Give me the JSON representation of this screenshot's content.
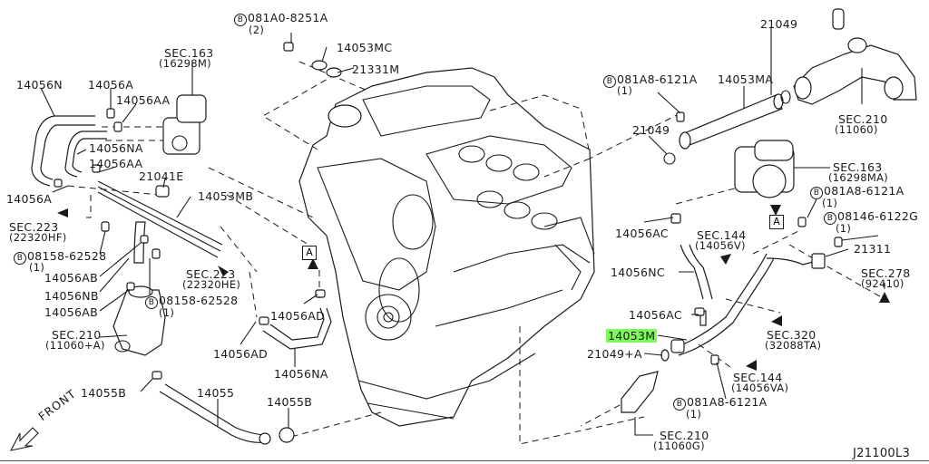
{
  "diagram_code": "J21100L3",
  "highlight_color": "#7CFC5A",
  "front_label": "FRONT",
  "ref_marker": "A",
  "bolt_symbol": "B",
  "labels": {
    "bolt_081A0_8251A": {
      "part": "081A0-8251A",
      "qty": "(2)"
    },
    "p14053MC": "14053MC",
    "p21331M": "21331M",
    "sec163_left": {
      "sec": "SEC.163",
      "ref": "(16298M)"
    },
    "p14056N": "14056N",
    "p14056A_top": "14056A",
    "p14056AA_top": "14056AA",
    "p14056NA_top": "14056NA",
    "p14056AA_mid": "14056AA",
    "p21041E": "21041E",
    "p14053MB": "14053MB",
    "p14056A_left": "14056A",
    "sec223_hf": {
      "sec": "SEC.223",
      "ref": "(22320HF)"
    },
    "bolt_08158_62528_a": {
      "part": "08158-62528",
      "qty": "(1)"
    },
    "p14056AB_a": "14056AB",
    "p14056NB": "14056NB",
    "p14056AB_b": "14056AB",
    "bolt_08158_62528_b": {
      "part": "08158-62528",
      "qty": "(1)"
    },
    "sec223_he": {
      "sec": "SEC.223",
      "ref": "(22320HE)"
    },
    "sec210_a": {
      "sec": "SEC.210",
      "ref": "(11060+A)"
    },
    "p14056AD_a": "14056AD",
    "p14056AD_b": "14056AD",
    "p14056NA_bot": "14056NA",
    "p14055B_a": "14055B",
    "p14055": "14055",
    "p14055B_b": "14055B",
    "p21049_top": "21049",
    "bolt_081A8_6121A_a": {
      "part": "081A8-6121A",
      "qty": "(1)"
    },
    "p14053MA": "14053MA",
    "p21049_mid": "21049",
    "sec210_11060": {
      "sec": "SEC.210",
      "ref": "(11060)"
    },
    "sec163_right": {
      "sec": "SEC.163",
      "ref": "(16298MA)"
    },
    "bolt_081A8_6121A_b": {
      "part": "081A8-6121A",
      "qty": "(1)"
    },
    "bolt_08146_6122G": {
      "part": "08146-6122G",
      "qty": "(1)"
    },
    "p14056AC_a": "14056AC",
    "sec144_v": {
      "sec": "SEC.144",
      "ref": "(14056V)"
    },
    "p21311": "21311",
    "sec278": {
      "sec": "SEC.278",
      "ref": "(92410)"
    },
    "p14056NC": "14056NC",
    "p14056AC_b": "14056AC",
    "sec320": {
      "sec": "SEC.320",
      "ref": "(32088TA)"
    },
    "p14053M": "14053M",
    "p21049A": "21049+A",
    "sec144_va": {
      "sec": "SEC.144",
      "ref": "(14056VA)"
    },
    "bolt_081A8_6121A_c": {
      "part": "081A8-6121A",
      "qty": "(1)"
    },
    "sec210_g": {
      "sec": "SEC.210",
      "ref": "(11060G)"
    }
  }
}
